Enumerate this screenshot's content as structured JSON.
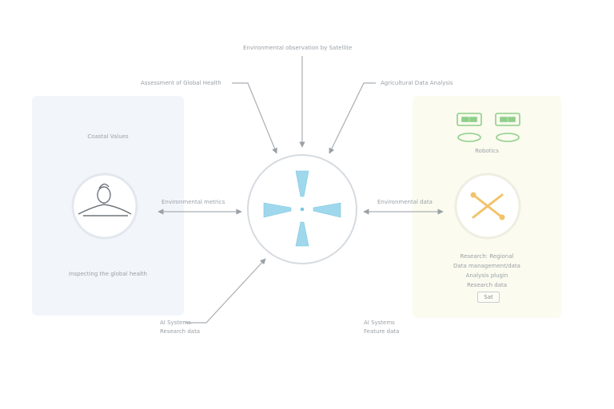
{
  "diagram": {
    "top_label": "Environmental observation by Satellite",
    "upper_left_label": "Assessment of Global Health",
    "upper_right_label": "Agricultural Data Analysis",
    "left_panel": {
      "title": "Coastal Values",
      "caption": "Inspecting the global health"
    },
    "left_arrow_label": "Environmental metrics",
    "right_arrow_label": "Environmental data",
    "right_panel": {
      "caption": "Robotics",
      "text_lines": [
        "Research: Regional",
        "Data management/data",
        "Analysis plugin",
        "Research data"
      ],
      "badge": "Sat"
    },
    "bottom_left_label_lines": [
      "AI Systems",
      "Research data"
    ],
    "bottom_right_label_lines": [
      "AI Systems",
      "Feature data"
    ],
    "colors": {
      "left_panel": "#f2f6fb",
      "right_panel": "#fbfbef",
      "center_rays": "#8fd3ea",
      "right_icon": "#f2c36b",
      "right_top_icons": "#8fcf8a"
    }
  }
}
